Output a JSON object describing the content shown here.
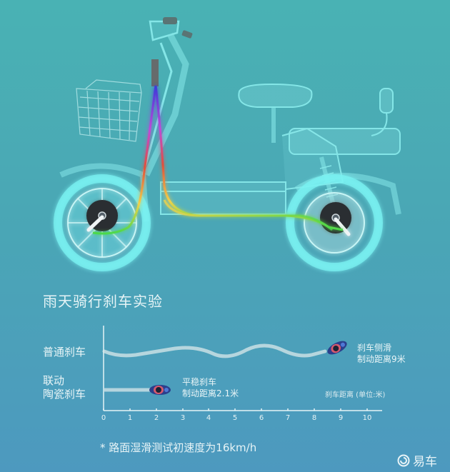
{
  "illustration": {
    "subject": "electric-scooter-cutaway",
    "brake_cable_colors": [
      "#3b3bd9",
      "#c04ad9",
      "#e04a4a",
      "#f0d24a",
      "#4ad94a"
    ],
    "glow_color": "#7ff3f5"
  },
  "test": {
    "title": "雨天骑行刹车实验",
    "rows": [
      {
        "label_lines": [
          "普通刹车"
        ],
        "annotation_lines": [
          "刹车侧滑",
          "制动距离9米"
        ],
        "distance_m": 9
      },
      {
        "label_lines": [
          "联动",
          "陶瓷刹车"
        ],
        "annotation_lines": [
          "平稳刹车",
          "制动距离2.1米"
        ],
        "distance_m": 2.1
      }
    ],
    "axis_unit_label": "刹车距离 (单位:米)",
    "footnote": "* 路面湿滑测试初速度为16km/h"
  },
  "chart_data": {
    "type": "bar",
    "title": "雨天骑行刹车实验",
    "categories": [
      "普通刹车",
      "联动陶瓷刹车"
    ],
    "values": [
      9,
      2.1
    ],
    "xlabel": "刹车距离 (单位:米)",
    "ylabel": "",
    "xlim": [
      0,
      10
    ],
    "x_ticks": [
      "0",
      "1",
      "2",
      "3",
      "4",
      "5",
      "6",
      "7",
      "8",
      "9",
      "10"
    ],
    "orientation": "horizontal",
    "annotations": [
      "刹车侧滑 制动距离9米",
      "平稳刹车 制动距离2.1米"
    ],
    "note": "* 路面湿滑测试初速度为16km/h"
  },
  "watermark": {
    "text": "易车",
    "icon": "yiche-logo-icon"
  }
}
